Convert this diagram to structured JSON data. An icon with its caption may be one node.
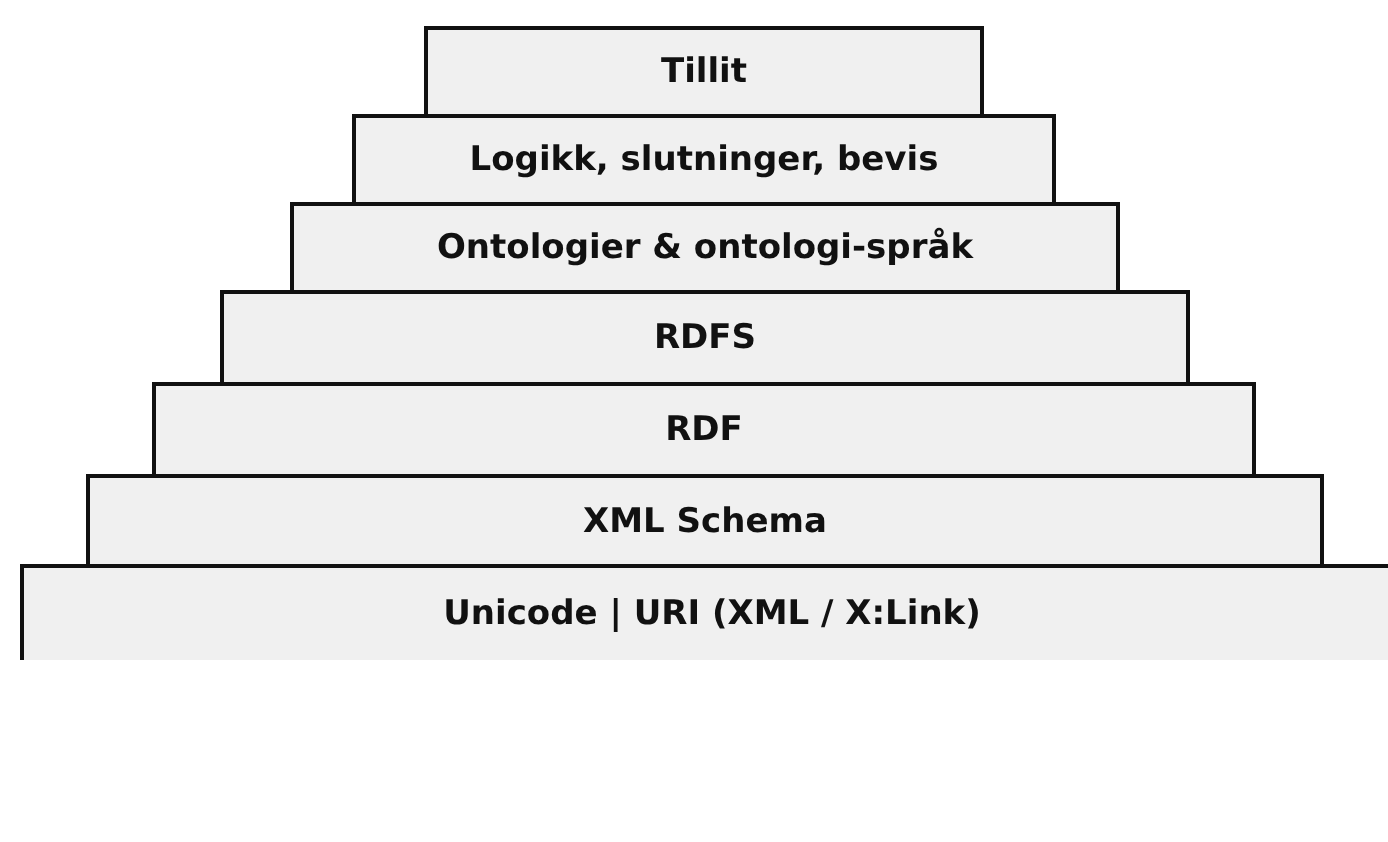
{
  "diagram": {
    "nodes": [
      {
        "text": [
          "Tillit"
        ]
      },
      {
        "text": [
          "Logikk, slutninger, bevis"
        ]
      },
      {
        "text": [
          "Ontologier & ontologi-språk"
        ]
      },
      {
        "text": [
          "RDFS"
        ]
      },
      {
        "text": [
          "RDF"
        ]
      },
      {
        "text": [
          "XML Schema"
        ]
      },
      {
        "text": [
          "Unicode | URI (XML / X:Link)"
        ]
      }
    ]
  }
}
